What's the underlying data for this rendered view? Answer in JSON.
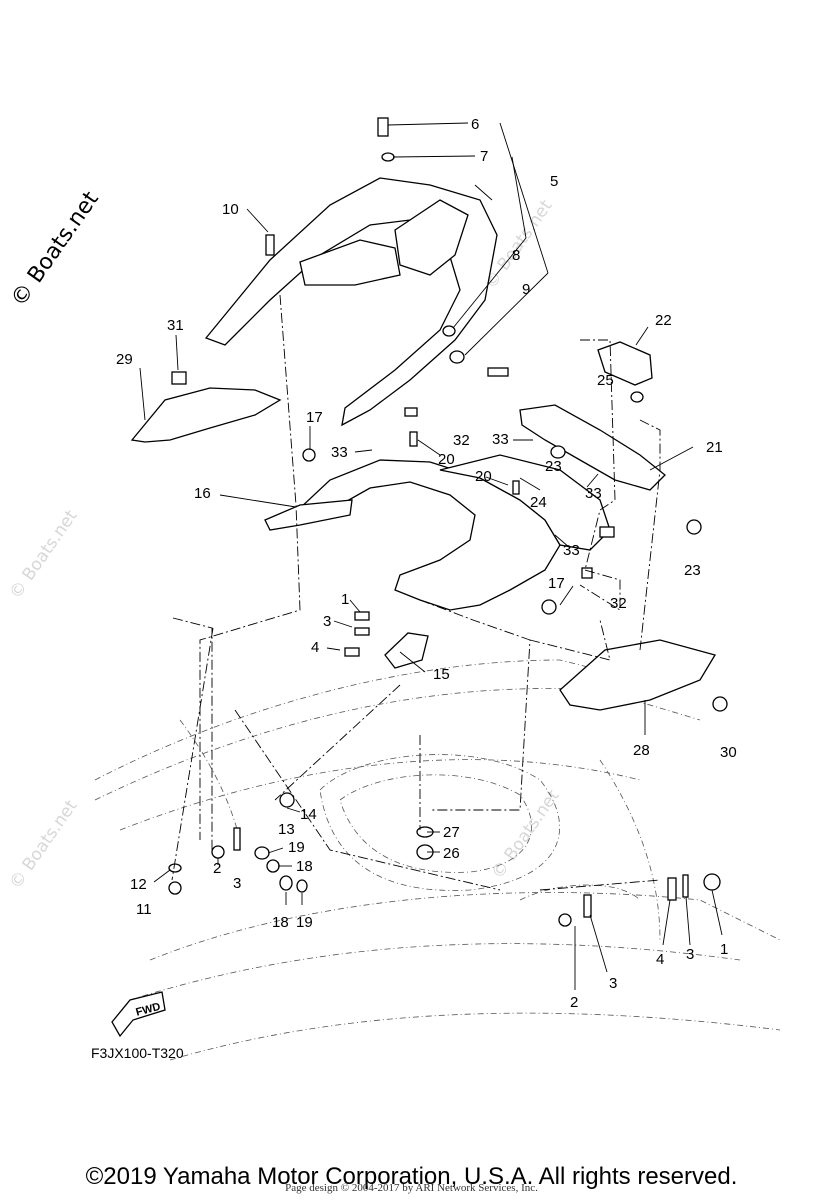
{
  "watermark": {
    "main": "© Boats.net",
    "faint": "© Boats.net"
  },
  "diagram_code": "F3JX100-T320",
  "fwd_label": "FWD",
  "copyright": "©2019 Yamaha Motor Corporation, U.S.A. All rights reserved.",
  "page_credit": "Page design © 2004-2017 by ARI Network Services, Inc.",
  "callouts": {
    "c1a": "1",
    "c1b": "1",
    "c2a": "2",
    "c2b": "2",
    "c3a": "3",
    "c3b": "3",
    "c3c": "3",
    "c3d": "3",
    "c4a": "4",
    "c4b": "4",
    "c5": "5",
    "c6": "6",
    "c7": "7",
    "c8": "8",
    "c9": "9",
    "c10": "10",
    "c11": "11",
    "c12": "12",
    "c13": "13",
    "c14": "14",
    "c15": "15",
    "c16": "16",
    "c17a": "17",
    "c17b": "17",
    "c18a": "18",
    "c18b": "18",
    "c19a": "19",
    "c19b": "19",
    "c20a": "20",
    "c20b": "20",
    "c21": "21",
    "c22": "22",
    "c23a": "23",
    "c23b": "23",
    "c24": "24",
    "c25": "25",
    "c26": "26",
    "c27": "27",
    "c28": "28",
    "c29": "29",
    "c30": "30",
    "c31": "31",
    "c32a": "32",
    "c32b": "32",
    "c33a": "33",
    "c33b": "33",
    "c33c": "33",
    "c33d": "33"
  }
}
